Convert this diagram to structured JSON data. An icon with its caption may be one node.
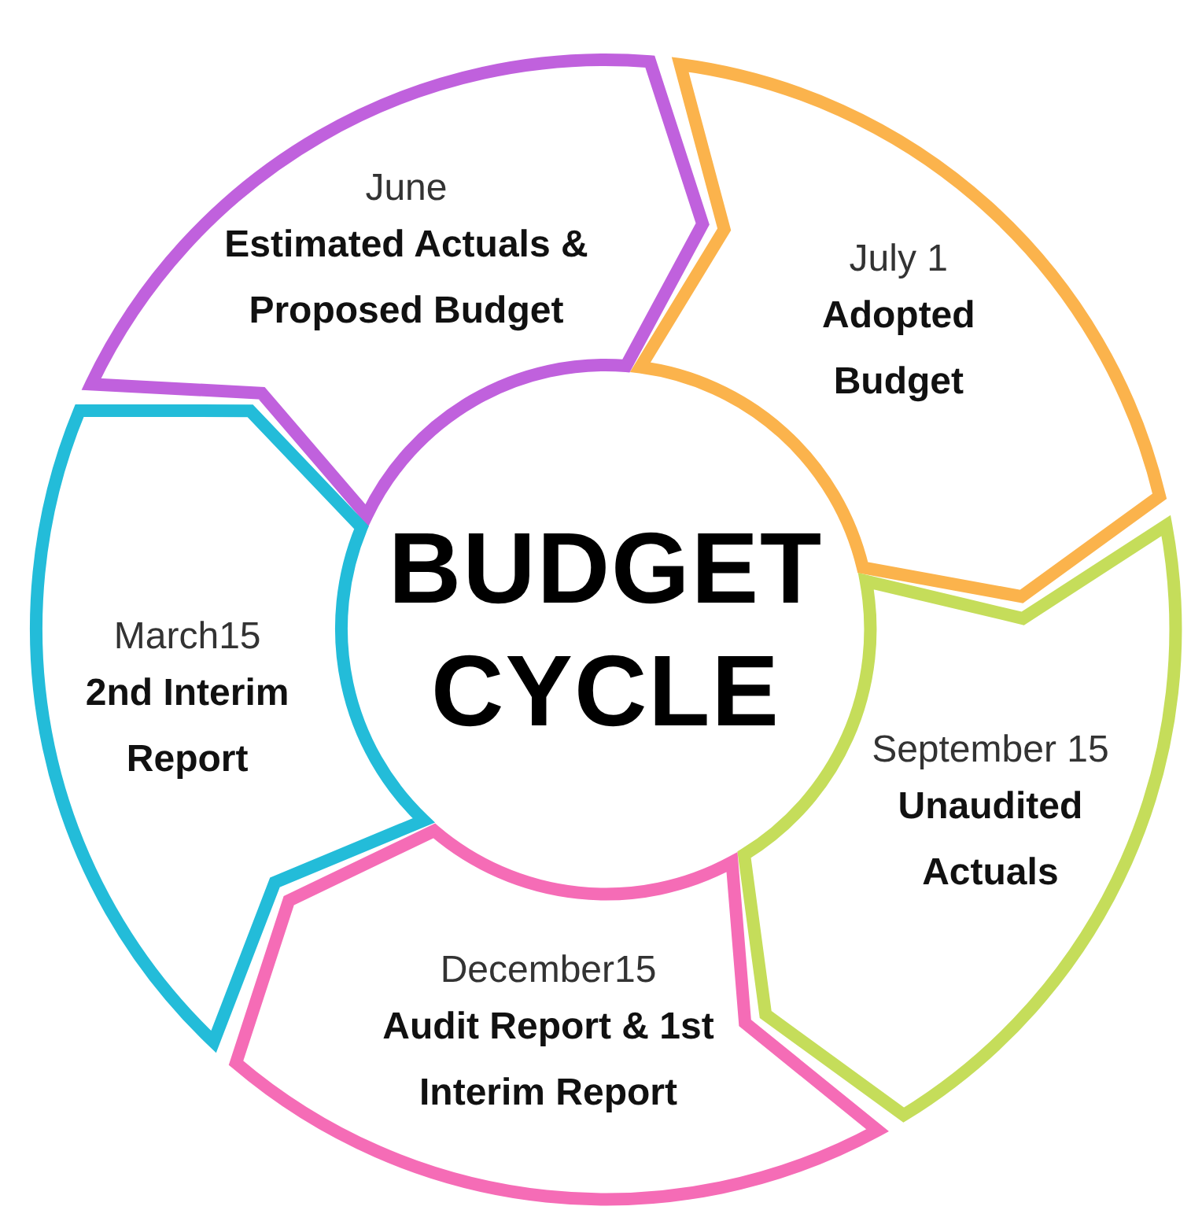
{
  "diagram": {
    "nodes": [
      {
        "text": [
          "BUDGET CYCLE"
        ]
      },
      {
        "text": [
          "June",
          "Estimated Actuals & Proposed Budget"
        ]
      },
      {
        "text": [
          "July 1",
          "Adopted Budget"
        ]
      },
      {
        "text": [
          "September 15",
          "Unaudited Actuals"
        ]
      },
      {
        "text": [
          "December15",
          "Audit Report & 1st Interim Report"
        ]
      },
      {
        "text": [
          "March15",
          "2nd Interim Report"
        ]
      }
    ]
  }
}
